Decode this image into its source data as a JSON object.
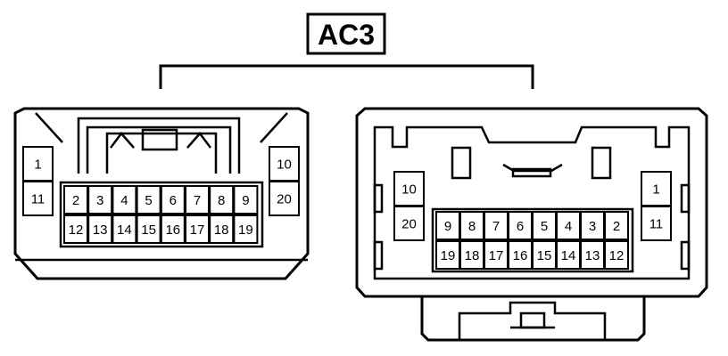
{
  "title": "AC3",
  "left_connector": {
    "side_left_pins": [
      "1",
      "11"
    ],
    "side_right_pins": [
      "10",
      "20"
    ],
    "top_row_pins": [
      "2",
      "3",
      "4",
      "5",
      "6",
      "7",
      "8",
      "9"
    ],
    "bottom_row_pins": [
      "12",
      "13",
      "14",
      "15",
      "16",
      "17",
      "18",
      "19"
    ]
  },
  "right_connector": {
    "side_left_pins": [
      "10",
      "20"
    ],
    "side_right_pins": [
      "1",
      "11"
    ],
    "top_row_pins": [
      "9",
      "8",
      "7",
      "6",
      "5",
      "4",
      "3",
      "2"
    ],
    "bottom_row_pins": [
      "19",
      "18",
      "17",
      "16",
      "15",
      "14",
      "13",
      "12"
    ]
  }
}
